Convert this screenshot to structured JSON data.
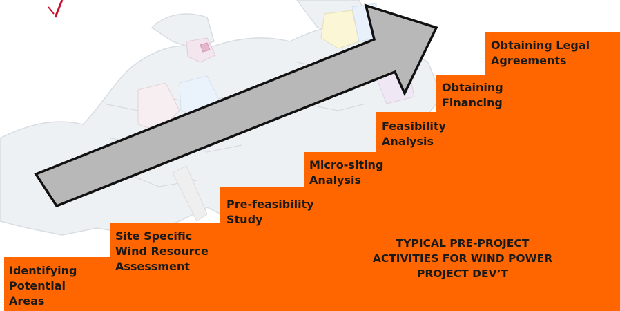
{
  "colors": {
    "step_fill": "#ff6600",
    "arrow_fill": "#b8b8b8",
    "arrow_stroke": "#111111",
    "text": "#1a1a1a",
    "map_accent": "#c8102e"
  },
  "steps": [
    {
      "label": "Identifying\nPotential\nAreas"
    },
    {
      "label": "Site Specific\nWind Resource\nAssessment"
    },
    {
      "label": "Pre-feasibility\nStudy"
    },
    {
      "label": "Micro-siting\nAnalysis"
    },
    {
      "label": "Feasibility\nAnalysis"
    },
    {
      "label": "Obtaining\nFinancing"
    },
    {
      "label": "Obtaining Legal\nAgreements"
    }
  ],
  "summary": {
    "text": "TYPICAL PRE-PROJECT\nACTIVITIES FOR WIND POWER\nPROJECT DEV’T"
  }
}
